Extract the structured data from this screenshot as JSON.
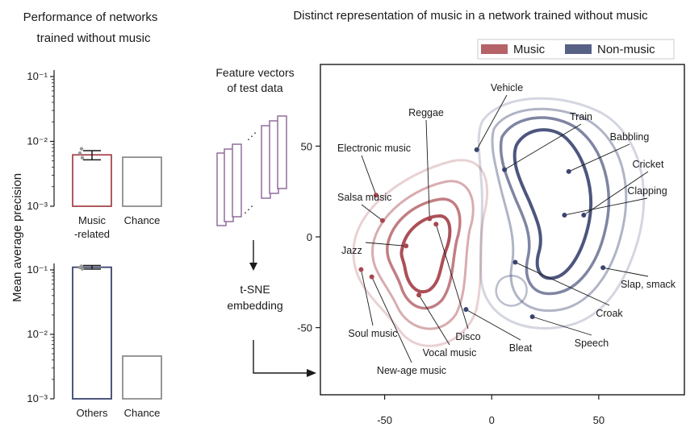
{
  "colors": {
    "music": "#a8474f",
    "nonmusic": "#3a4470",
    "chance": "#8c8c8c"
  },
  "left_panel": {
    "title_line1": "Performance of networks",
    "title_line2": "trained without music",
    "ylabel": "Mean average precision"
  },
  "middle": {
    "feature_line1": "Feature vectors",
    "feature_line2": "of test data",
    "tsne_line1": "t-SNE",
    "tsne_line2": "embedding"
  },
  "chart_data": [
    {
      "type": "bar",
      "ylabel": "Mean average precision",
      "yscale": "log",
      "ylim": [
        0.001,
        0.1
      ],
      "yticks": [
        "10⁻³",
        "10⁻²",
        "10⁻¹"
      ],
      "categories": [
        "Music\n-related",
        "Chance"
      ],
      "category_lines": [
        [
          "Music",
          "-related"
        ],
        [
          "Chance"
        ]
      ],
      "values": [
        0.0062,
        0.0057
      ],
      "error": [
        0.0052,
        0.0072
      ],
      "points": [
        0.0056,
        0.0066,
        0.0077
      ],
      "bar_colors": [
        "#a8474f",
        "#8c8c8c"
      ]
    },
    {
      "type": "bar",
      "yscale": "log",
      "ylim": [
        0.001,
        0.1
      ],
      "yticks": [
        "10⁻³",
        "10⁻²",
        "10⁻¹"
      ],
      "categories": [
        "Others",
        "Chance"
      ],
      "category_lines": [
        [
          "Others"
        ],
        [
          "Chance"
        ]
      ],
      "values": [
        0.11,
        0.0046
      ],
      "error": [
        0.103,
        0.117
      ],
      "points": [
        0.104,
        0.109,
        0.114
      ],
      "bar_colors": [
        "#3a4470",
        "#8c8c8c"
      ]
    },
    {
      "type": "scatter",
      "title": "Distinct representation of music in a network trained without music",
      "xlim": [
        -80,
        90
      ],
      "ylim": [
        -87,
        95
      ],
      "xticks": [
        -50,
        0,
        50
      ],
      "yticks": [
        50,
        0,
        -50
      ],
      "legend_position": "top-right",
      "series": [
        {
          "name": "Music",
          "color": "#a8474f"
        },
        {
          "name": "Non-music",
          "color": "#3a4470"
        }
      ],
      "points": [
        {
          "label": "Electronic music",
          "series": "Music",
          "x": -54,
          "y": 23
        },
        {
          "label": "Salsa music",
          "series": "Music",
          "x": -51,
          "y": 9
        },
        {
          "label": "Reggae",
          "series": "Music",
          "x": -29,
          "y": 10
        },
        {
          "label": "Disco",
          "series": "Music",
          "x": -26,
          "y": 7
        },
        {
          "label": "Jazz",
          "series": "Music",
          "x": -40,
          "y": -5
        },
        {
          "label": "Soul music",
          "series": "Music",
          "x": -61,
          "y": -18
        },
        {
          "label": "Vocal music",
          "series": "Music",
          "x": -34,
          "y": -32
        },
        {
          "label": "New-age music",
          "series": "Music",
          "x": -56,
          "y": -22
        },
        {
          "label": "Vehicle",
          "series": "Non-music",
          "x": -7,
          "y": 48
        },
        {
          "label": "Train",
          "series": "Non-music",
          "x": 6,
          "y": 37
        },
        {
          "label": "Babbling",
          "series": "Non-music",
          "x": 36,
          "y": 36
        },
        {
          "label": "Cricket",
          "series": "Non-music",
          "x": 43,
          "y": 12
        },
        {
          "label": "Clapping",
          "series": "Non-music",
          "x": 34,
          "y": 12
        },
        {
          "label": "Croak",
          "series": "Non-music",
          "x": 11,
          "y": -14
        },
        {
          "label": "Slap, smack",
          "series": "Non-music",
          "x": 52,
          "y": -17
        },
        {
          "label": "Bleat",
          "series": "Non-music",
          "x": -12,
          "y": -40
        },
        {
          "label": "Speech",
          "series": "Non-music",
          "x": 19,
          "y": -44
        }
      ]
    }
  ]
}
